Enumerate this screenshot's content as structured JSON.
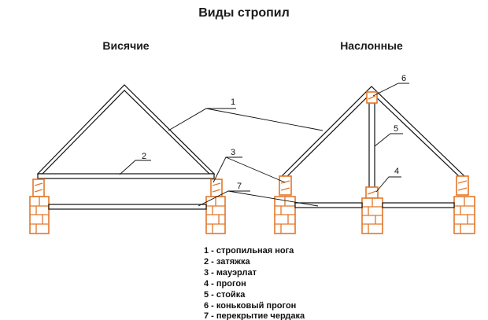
{
  "title": "Виды стропил",
  "left_heading": "Висячие",
  "right_heading": "Наслонные",
  "callouts": {
    "c1": "1",
    "c2": "2",
    "c3": "3",
    "c4": "4",
    "c5": "5",
    "c6": "6",
    "c7": "7"
  },
  "legend": [
    "1 - стропильная нога",
    "2 - затяжка",
    "3 - мауэрлат",
    "4 - прогон",
    "5 - стойка",
    "6 - коньковый прогон",
    "7 - перекрытие чердака"
  ],
  "colors": {
    "brick": "#e2772a",
    "line": "#111111"
  }
}
